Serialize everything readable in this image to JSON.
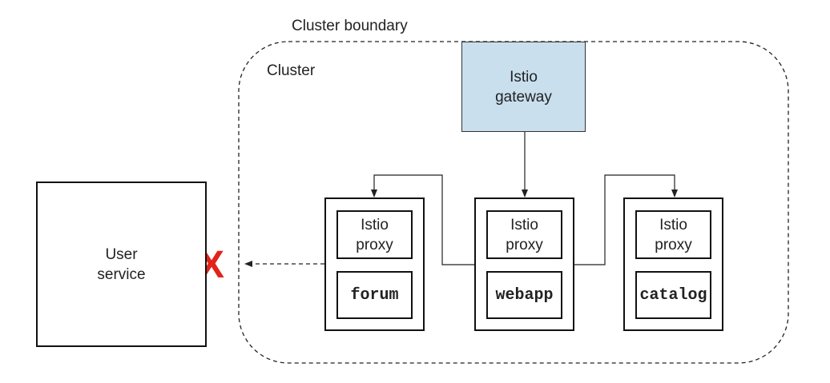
{
  "labels": {
    "cluster_boundary": "Cluster boundary",
    "cluster": "Cluster"
  },
  "gateway": {
    "line1": "Istio",
    "line2": "gateway"
  },
  "user_service": {
    "line1": "User",
    "line2": "service"
  },
  "proxy": {
    "line1": "Istio",
    "line2": "proxy"
  },
  "services": {
    "forum": "forum",
    "webapp": "webapp",
    "catalog": "catalog"
  },
  "blocked_marker": "X",
  "colors": {
    "gateway_fill": "#c9dfee",
    "blocked_marker": "#e2231a",
    "line": "#222222"
  }
}
